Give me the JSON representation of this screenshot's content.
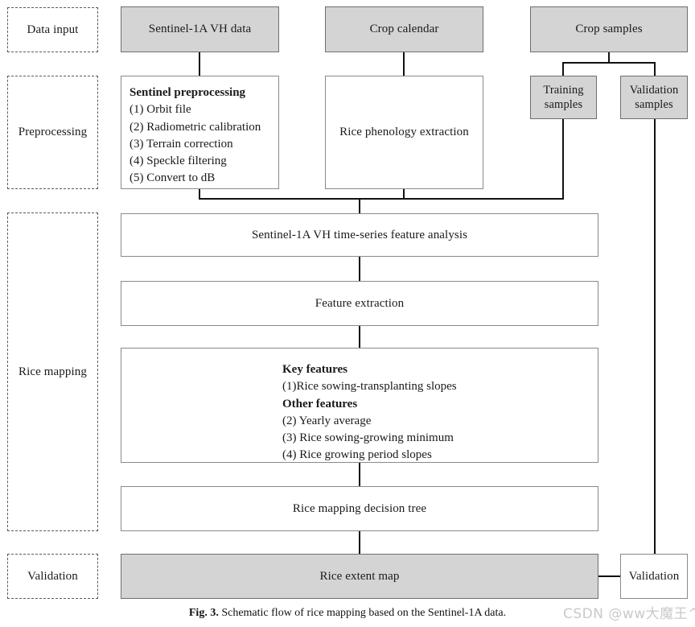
{
  "figure": {
    "caption_number": "Fig. 3.",
    "caption_text": "Schematic flow of rice mapping based on the Sentinel-1A data.",
    "watermark": "CSDN @ww大魔王^"
  },
  "colors": {
    "filled_box_fill": "#d4d4d4",
    "filled_box_border": "#6e6e6e",
    "plain_box_border": "#8a8a8a",
    "dashed_stage_border": "#5a5a5a",
    "connector": "#111111",
    "background": "#ffffff",
    "watermark": "#c9c9c9"
  },
  "stages": [
    {
      "id": "data-input",
      "label": "Data input"
    },
    {
      "id": "preprocessing",
      "label": "Preprocessing"
    },
    {
      "id": "rice-mapping",
      "label": "Rice mapping"
    },
    {
      "id": "validation",
      "label": "Validation"
    }
  ],
  "nodes": {
    "sentinel_data": {
      "label": "Sentinel-1A VH data"
    },
    "crop_calendar": {
      "label": "Crop calendar"
    },
    "crop_samples": {
      "label": "Crop samples"
    },
    "training_samples": {
      "label": "Training\nsamples"
    },
    "validation_samples": {
      "label": "Validation\nsamples"
    },
    "rice_phenology": {
      "label": "Rice phenology extraction"
    },
    "timeseries_analysis": {
      "label": "Sentinel-1A VH time-series feature analysis"
    },
    "feature_extraction": {
      "label": "Feature extraction"
    },
    "decision_tree": {
      "label": "Rice mapping decision tree"
    },
    "rice_extent_map": {
      "label": "Rice extent map"
    },
    "validation_node": {
      "label": "Validation"
    }
  },
  "sentinel_preprocessing": {
    "heading": "Sentinel preprocessing",
    "items": [
      "(1) Orbit file",
      "(2) Radiometric calibration",
      "(3) Terrain correction",
      "(4) Speckle filtering",
      "(5) Convert to dB"
    ]
  },
  "features": {
    "key_heading": "Key features",
    "key_items": [
      "(1)Rice sowing-transplanting slopes"
    ],
    "other_heading": "Other features",
    "other_items": [
      "(2) Yearly average",
      "(3) Rice sowing-growing minimum",
      "(4) Rice growing period slopes"
    ]
  }
}
